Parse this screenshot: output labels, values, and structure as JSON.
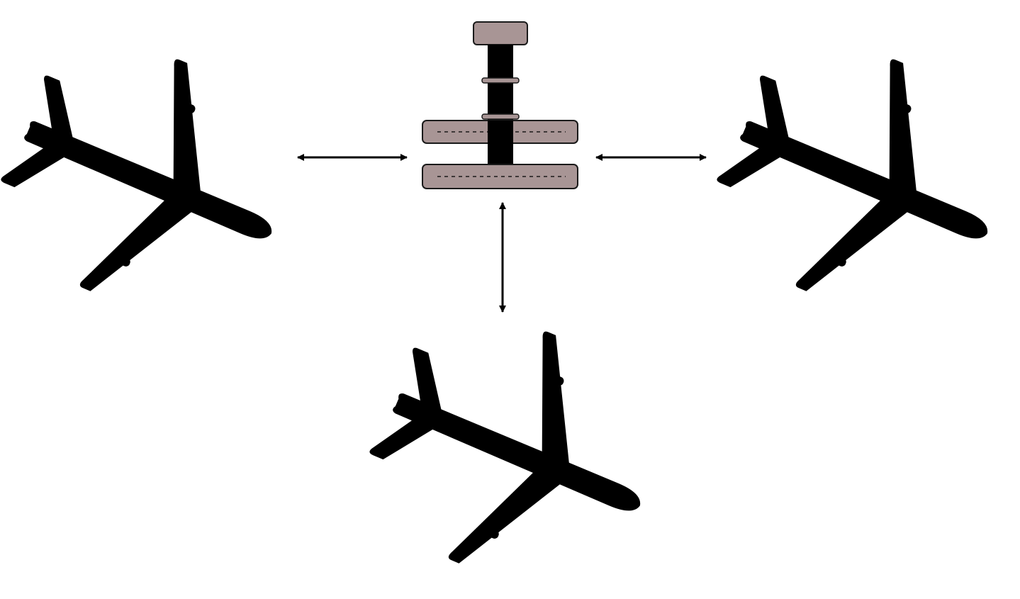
{
  "diagram": {
    "background_color": "#ffffff",
    "aircraft_color": "#000000",
    "tower_color": "#a89595",
    "tower_outline_color": "#1a1a1a",
    "arrow_color": "#000000",
    "nodes": [
      {
        "id": "aircraft-left",
        "icon": "airplane-icon"
      },
      {
        "id": "control-tower",
        "icon": "control-tower-icon"
      },
      {
        "id": "aircraft-right",
        "icon": "airplane-icon"
      },
      {
        "id": "aircraft-bottom",
        "icon": "airplane-icon"
      }
    ],
    "links": [
      {
        "from": "aircraft-left",
        "to": "control-tower",
        "direction": "bidirectional"
      },
      {
        "from": "control-tower",
        "to": "aircraft-right",
        "direction": "bidirectional"
      },
      {
        "from": "control-tower",
        "to": "aircraft-bottom",
        "direction": "bidirectional"
      }
    ]
  }
}
